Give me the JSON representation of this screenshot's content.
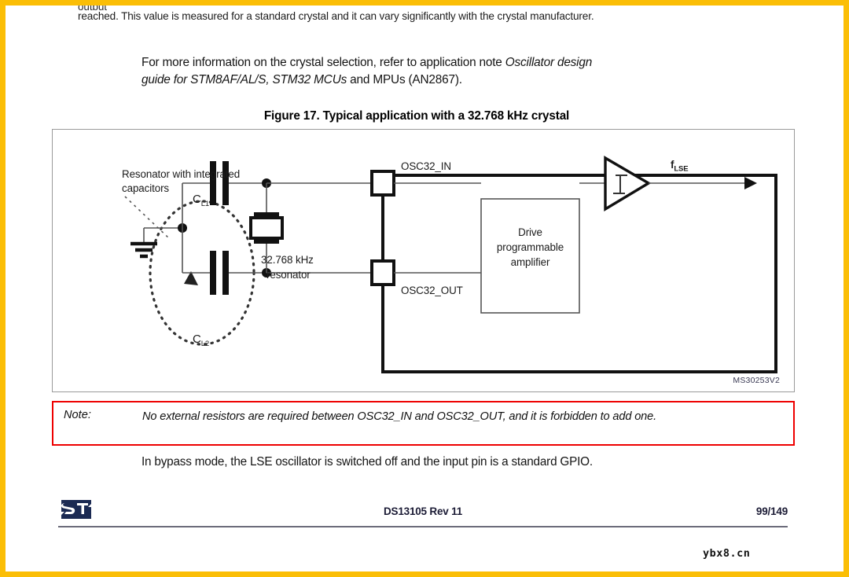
{
  "page": {
    "border_color": "#fbbe06",
    "background": "#ffffff"
  },
  "clipped_top_line": "output",
  "paragraph_top": "reached. This value is measured for a standard crystal and it can vary significantly with the crystal manufacturer.",
  "paragraph_body": {
    "line1_plain": "For more information on the crystal selection, refer to application note ",
    "line1_italic": "Oscillator design",
    "line2_italic": "guide for STM8AF/AL/S, STM32 MCUs",
    "line2_plain": " and MPUs (AN2867)."
  },
  "figure": {
    "caption": "Figure 17. Typical application with a 32.768 kHz crystal",
    "id_code": "MS30253V2",
    "labels": {
      "resonator_note_line1": "Resonator with integrated",
      "resonator_note_line2": "capacitors",
      "cap_top": "C",
      "cap_top_sub": "L1",
      "cap_bottom": "C",
      "cap_bottom_sub": "L2",
      "crystal_line1": "32.768 kHz",
      "crystal_line2": "resonator",
      "pin_in": "OSC32_IN",
      "pin_out": "OSC32_OUT",
      "amplifier_line1": "Drive",
      "amplifier_line2": "programmable",
      "amplifier_line3": "amplifier",
      "output_signal": "f",
      "output_signal_sub": "LSE"
    }
  },
  "note": {
    "label": "Note:",
    "text": "No external resistors are required between OSC32_IN and OSC32_OUT, and it is forbidden to add one.",
    "highlight_color": "#ee0000"
  },
  "paragraph_bypass": "In bypass mode, the LSE oscillator is switched off and the input pin is a standard GPIO.",
  "footer": {
    "logo_name": "st-logo",
    "document_ref": "DS13105 Rev 11",
    "page_number": "99/149"
  },
  "watermark": "ybx8.cn"
}
